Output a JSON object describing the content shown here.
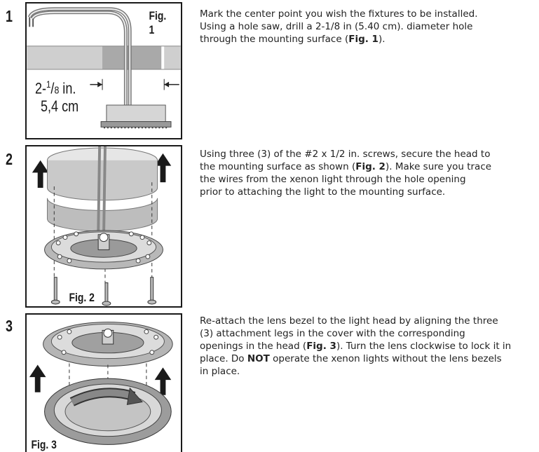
{
  "steps": [
    {
      "number": "1",
      "figure_label": "Fig. 1",
      "dimension_whole": "2-",
      "dimension_frac_num": "1",
      "dimension_frac_den": "8",
      "dimension_unit": " in.",
      "dimension_metric": "5,4 cm",
      "lines": [
        [
          "Mark the center point you wish the fixtures to be installed."
        ],
        [
          "Using a hole saw, drill a 2-1/8 in (5.40 cm). diameter hole"
        ],
        [
          "through the mounting surface (",
          "Fig. 1",
          ")."
        ]
      ]
    },
    {
      "number": "2",
      "figure_label": "Fig. 2",
      "lines": [
        [
          "Using three (3) of the #2 x 1/2 in. screws, secure the head to"
        ],
        [
          "the mounting surface as shown (",
          "Fig. 2",
          "). Make sure you trace"
        ],
        [
          "the wires from the xenon light through the hole opening"
        ],
        [
          "prior to attaching the light to the mounting surface."
        ]
      ]
    },
    {
      "number": "3",
      "figure_label": "Fig. 3",
      "lines": [
        [
          "Re-attach the lens bezel to the light head by aligning the three"
        ],
        [
          "(3) attachment legs in the cover with the corresponding"
        ],
        [
          "openings in the head (",
          "Fig. 3",
          "). Turn the lens clockwise to lock it in"
        ],
        [
          "place. Do ",
          "NOT",
          " operate the xenon lights without the lens bezels"
        ],
        [
          "in place."
        ]
      ]
    }
  ]
}
